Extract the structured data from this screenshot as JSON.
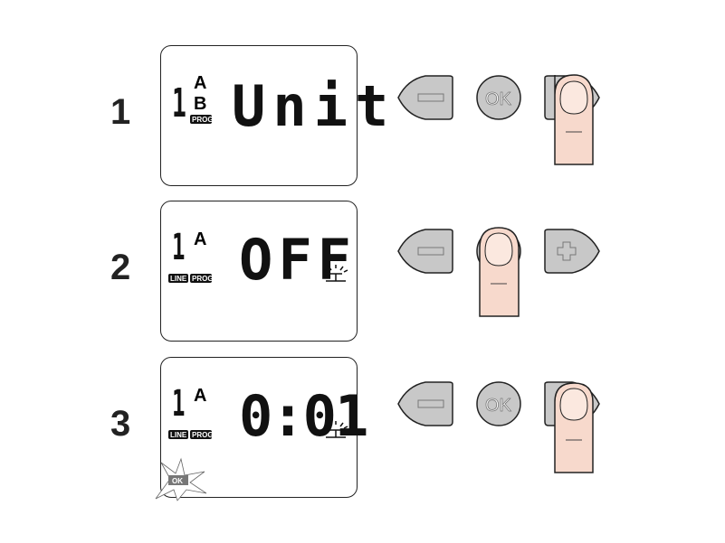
{
  "steps": [
    {
      "number": "1",
      "display": {
        "digit": "1",
        "zones": [
          "A",
          "B"
        ],
        "badges": [
          "PROG"
        ],
        "main": "Unit",
        "sprinkler": false,
        "ok_flash": false
      },
      "pressed": "plus"
    },
    {
      "number": "2",
      "display": {
        "digit": "1",
        "zones": [
          "A"
        ],
        "badges": [
          "LINE",
          "PROG"
        ],
        "main": "OFF",
        "sprinkler": true,
        "ok_flash": false
      },
      "pressed": "ok"
    },
    {
      "number": "3",
      "display": {
        "digit": "1",
        "zones": [
          "A"
        ],
        "badges": [
          "LINE",
          "PROG"
        ],
        "main": "0:01",
        "sprinkler": true,
        "ok_flash": true,
        "flash_label": "OK"
      },
      "pressed": "plus"
    }
  ],
  "buttons": {
    "minus": "−",
    "ok": "OK",
    "plus": "+"
  },
  "colors": {
    "button": "#c8c8c8",
    "finger": "#f7d9cc",
    "outline": "#222222"
  }
}
